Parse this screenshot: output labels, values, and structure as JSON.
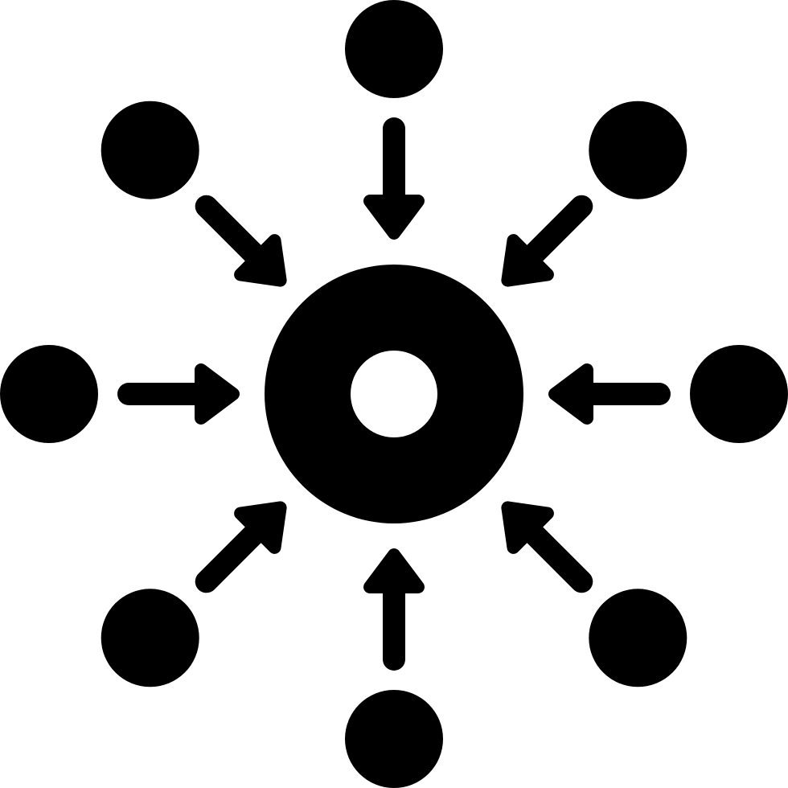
{
  "icon": {
    "name": "centralization-icon",
    "foreground": "#000000",
    "background": "#ffffff",
    "outer_node_count": 8,
    "center": "ring",
    "arrow_direction": "inward"
  }
}
